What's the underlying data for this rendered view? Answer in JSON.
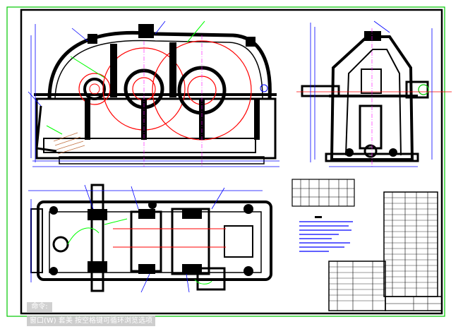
{
  "command_line": {
    "prompt_label": "命令:",
    "status_text": "窗口(W)  套美    按空格键可循环浏览选项"
  },
  "colors": {
    "paper": "#ffffff",
    "border_green": "#00c800",
    "ink": "#000000",
    "gear_red": "#ff0000",
    "annotation_blue": "#0000ff",
    "centerline_magenta": "#ff00ff",
    "highlight_green": "#00ff00",
    "command_bg": "#c8c8c8"
  },
  "drawing": {
    "type": "gearbox-assembly-drawing",
    "views": [
      "front-view",
      "side-view",
      "top-view"
    ],
    "tables": [
      "parameter-table",
      "technical-notes",
      "parts-list",
      "title-block"
    ]
  }
}
